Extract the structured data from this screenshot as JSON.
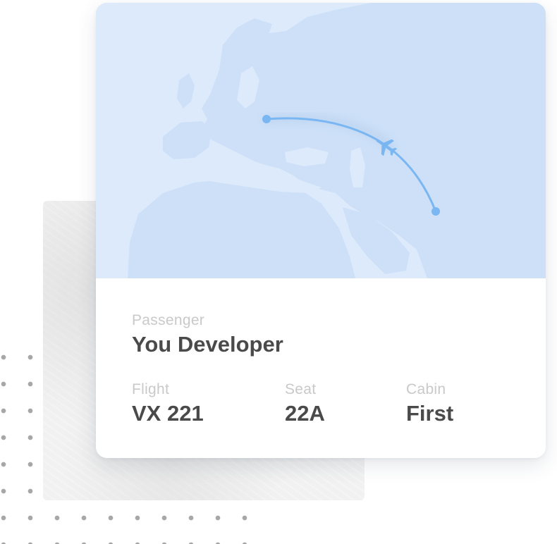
{
  "colors": {
    "map_background": "#dbe9fb",
    "land": "#cde0f8",
    "route": "#7ab7f2",
    "label_text": "#c9c9c9",
    "value_text": "#4a4a4a",
    "dots": "#a7a7a7"
  },
  "ticket": {
    "route_icon": "airplane-icon",
    "passenger": {
      "label": "Passenger",
      "value": "You Developer"
    },
    "flight": {
      "label": "Flight",
      "value": "VX 221"
    },
    "seat": {
      "label": "Seat",
      "value": "22A"
    },
    "cabin": {
      "label": "Cabin",
      "value": "First"
    }
  }
}
